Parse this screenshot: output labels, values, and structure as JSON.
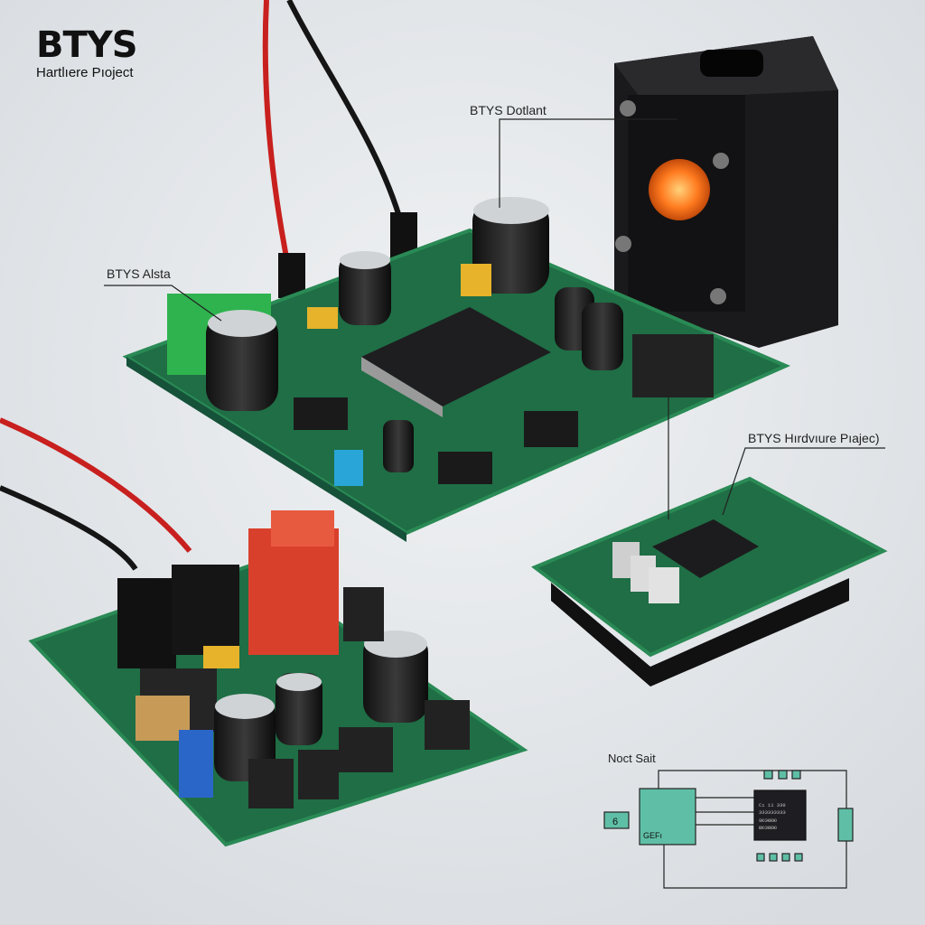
{
  "brand": {
    "title": "BTYS",
    "subtitle": "Hartlıere Pıoject"
  },
  "callouts": {
    "enclosure": "BTYS Dotlant",
    "terminal": "BTYS Alsta",
    "small_board": "BTYS Hırdvıure Pıajec)"
  },
  "schematic": {
    "title": "Noct Sait",
    "left_block": "6",
    "ic_label": "GEFı",
    "chip_text": [
      "Cı 11 ЭЭ9",
      "ЭЭЭЭЭЭЭЭЭ",
      "9ЮЭЮЮЮ",
      "ЮЮЭЮЮЮ"
    ]
  },
  "colors": {
    "background": "#e6e9ec",
    "pcb": "#1f6e45",
    "enclosure": "#1a1a1c",
    "light": "#ff7a1f",
    "schematic_block": "#5fbfa6"
  }
}
